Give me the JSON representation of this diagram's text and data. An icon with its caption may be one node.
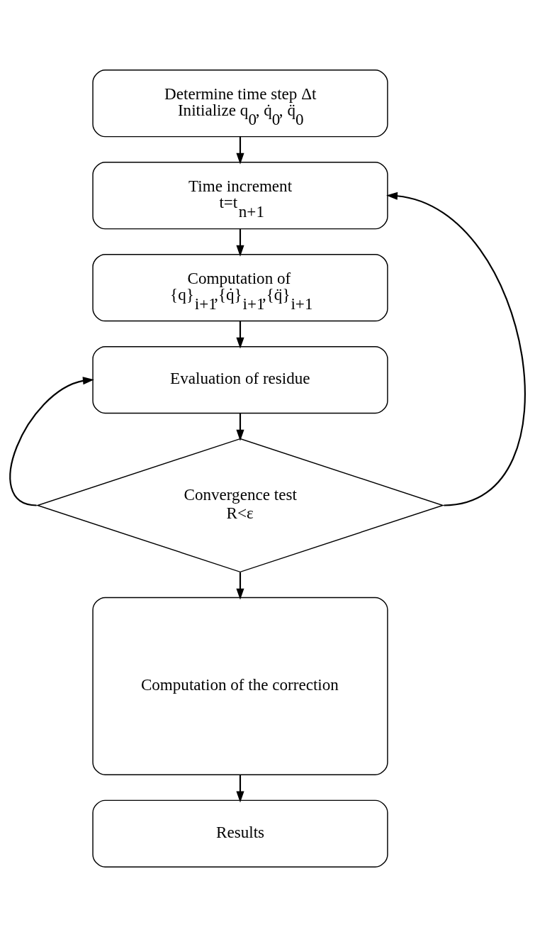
{
  "diagram": {
    "nodes": [
      {
        "text": [
          "Determine time step Δt",
          "Initialize q$_{0}$, q̇$_{0}$, q̈$_{0}$"
        ]
      },
      {
        "text": [
          "Time increment",
          "t=t$_{n+1}$"
        ]
      },
      {
        "text": [
          "Computation of",
          "{q}$_{i+1}$,{q̇}$_{i+1}$,{q̈}$_{i+1}$"
        ]
      },
      {
        "text": [
          "Evaluation of residue"
        ]
      },
      {
        "text": [
          "Convergence test",
          "R<ε"
        ]
      },
      {
        "text": [
          "Computation of the correction"
        ]
      },
      {
        "text": [
          "Results"
        ]
      }
    ],
    "edges": [
      {
        "from": 0,
        "to": 1,
        "arrow": "to"
      },
      {
        "from": 1,
        "to": 2,
        "arrow": "to"
      },
      {
        "from": 2,
        "to": 3,
        "arrow": "to"
      },
      {
        "from": 3,
        "to": 4,
        "arrow": "to"
      },
      {
        "from": 4,
        "to": 5,
        "arrow": "to"
      },
      {
        "from": 5,
        "to": 6,
        "arrow": "to"
      },
      {
        "from": 4,
        "to": 3,
        "arrow": "to"
      },
      {
        "from": 4,
        "to": 1,
        "arrow": "to"
      }
    ]
  }
}
